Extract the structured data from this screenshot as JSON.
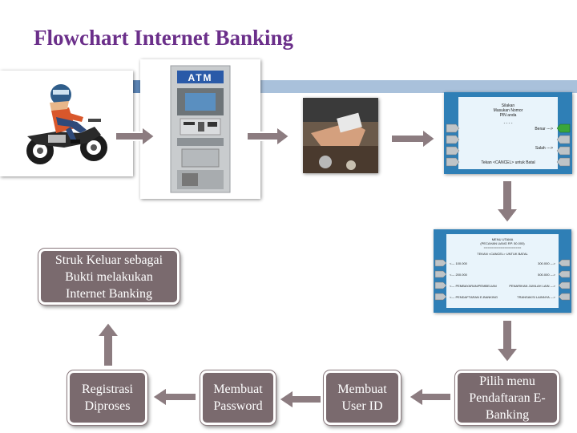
{
  "title": "Flowchart Internet Banking",
  "atm_sign": "ATM",
  "screen1": {
    "prompt": [
      "Silakan",
      "Masukan Nomor",
      "PIN anda"
    ],
    "dots": "- - - -",
    "correct": "Benar --->",
    "wrong": "Salah --->",
    "cancel": "Tekan <CANCEL> untuk Batal"
  },
  "screen2": {
    "header": [
      "MENU UTAMA",
      "(PECAHAN UANG RP. 50.000)",
      "===================="
    ],
    "subheader": "TEKAN <CANCEL> UNTUK BATAL",
    "left": [
      "<--- 100.000",
      "<--- 200.000",
      "<--- PEMBAYARAN/PEMBELIAN",
      "<--- PENDAFTARAN E-BANKING"
    ],
    "right": [
      "300.000 --->",
      "500.000 --->",
      "PENARIKAN JUMLAH LAIN --->",
      "TRANSAKSI LAINNYA --->"
    ]
  },
  "boxes": {
    "struk": "Struk Keluar sebagai Bukti melakukan Internet Banking",
    "pilih": "Pilih menu Pendaftaran E-Banking",
    "userid": "Membuat User ID",
    "password": "Membuat Password",
    "registrasi": "Registrasi Diproses"
  },
  "colors": {
    "title": "#6b2f8a",
    "box": "#7a6a6e",
    "band": "#a9c1db",
    "arrow": "#8c7c80"
  }
}
